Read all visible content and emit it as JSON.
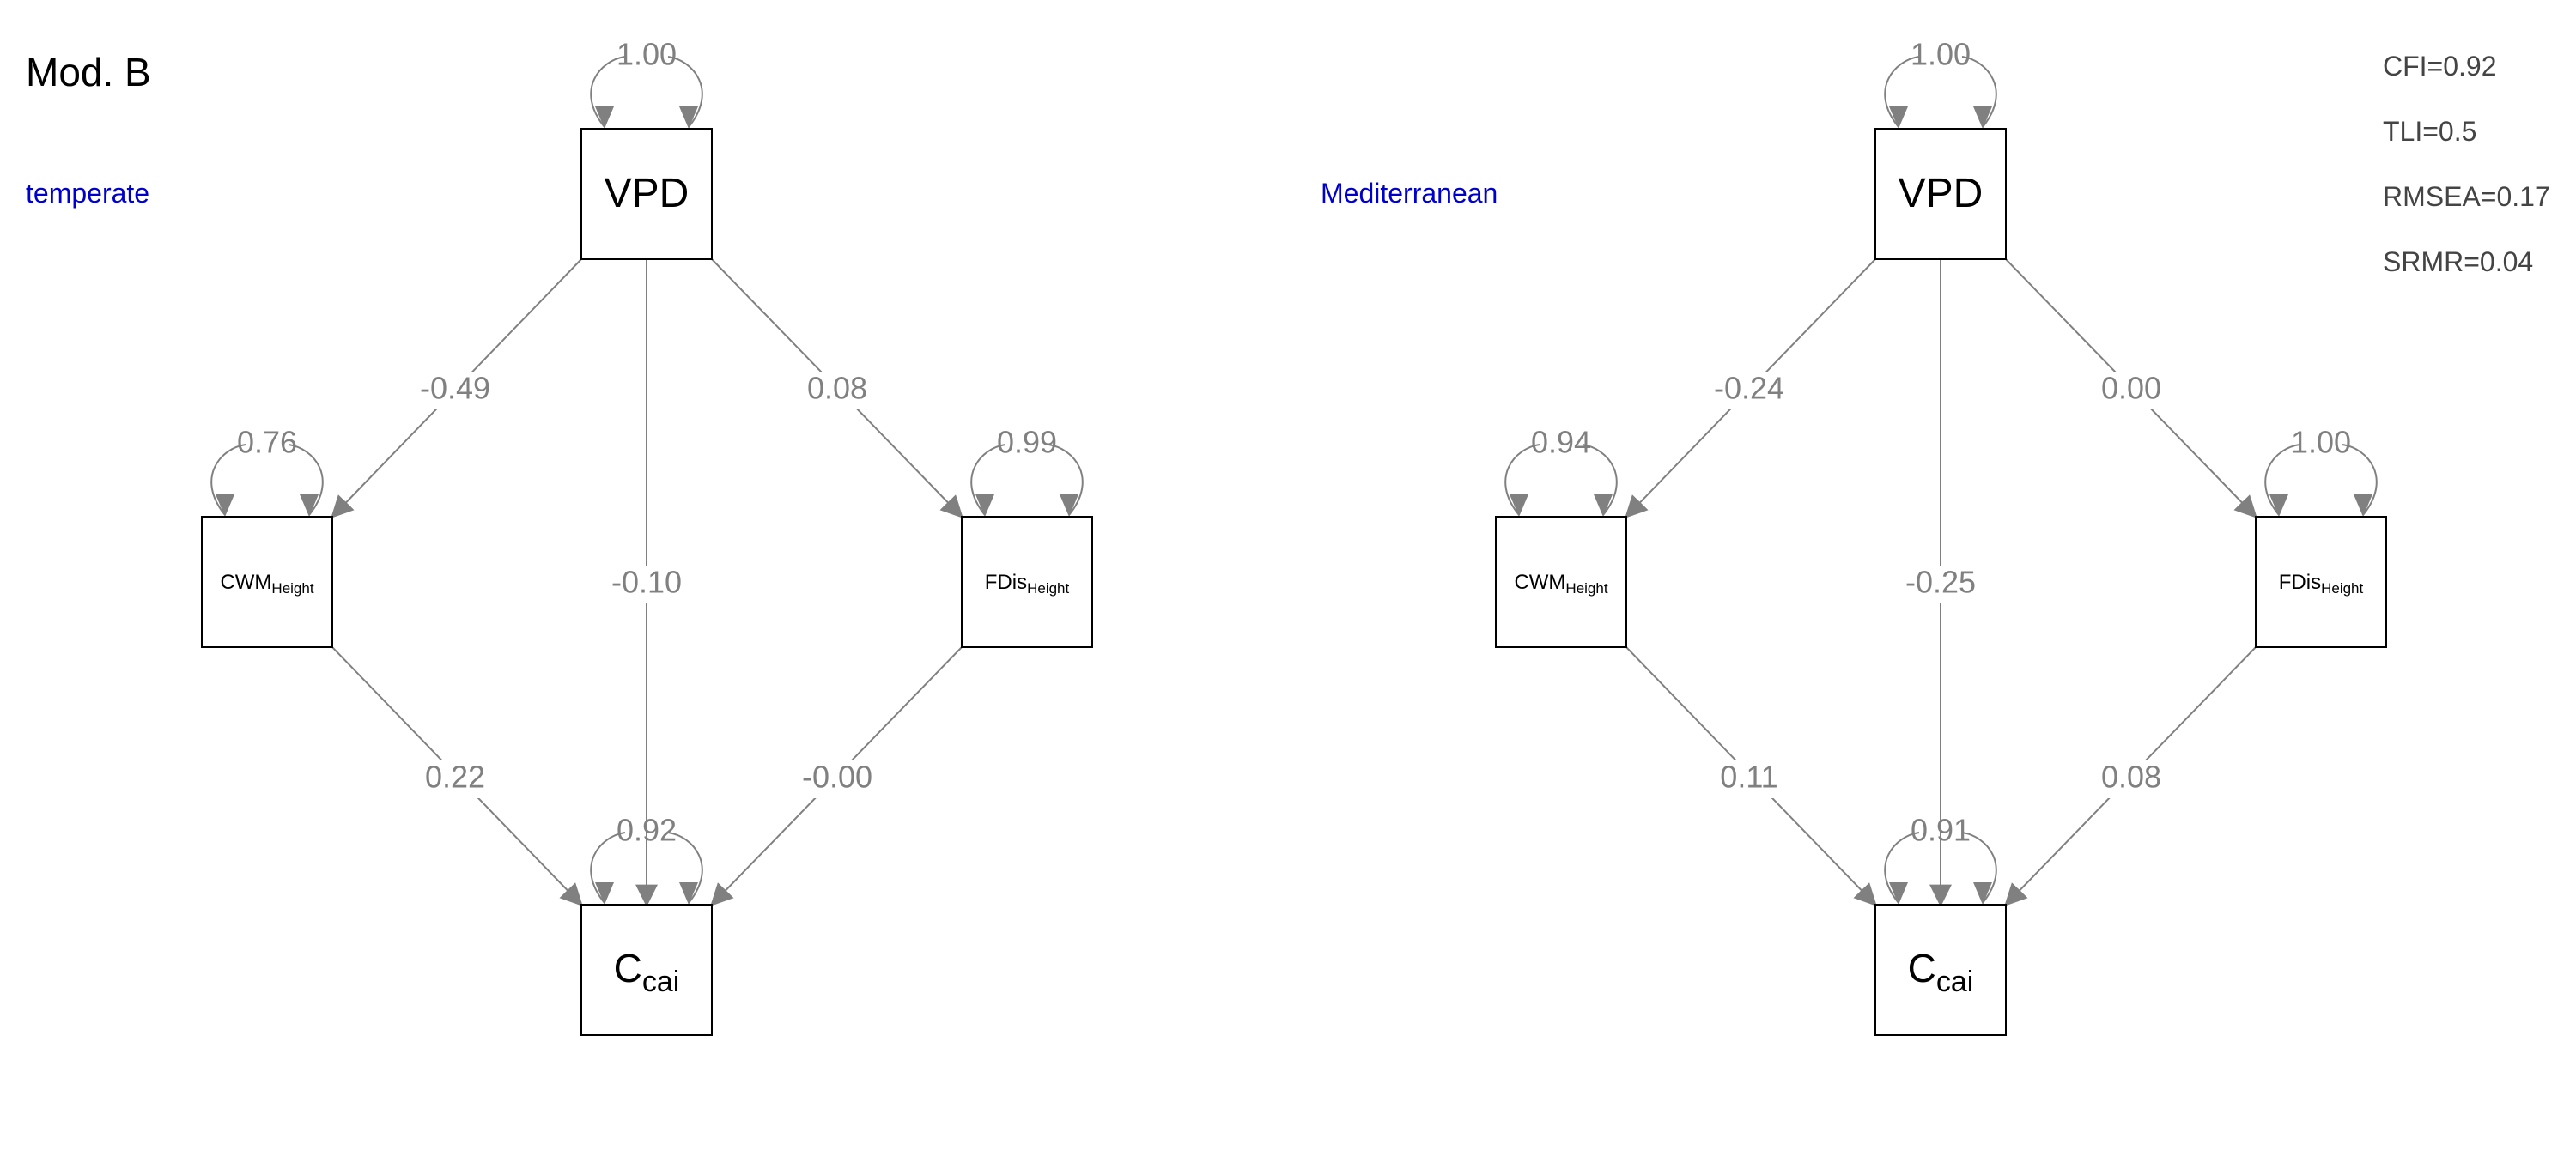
{
  "title": "Mod. B",
  "colors": {
    "edge": "#808080",
    "group_label": "#0000cc",
    "node_border": "#000000",
    "stat_text": "#444444"
  },
  "fit_stats": [
    "CFI=0.92",
    "TLI=0.5",
    "RMSEA=0.17",
    "SRMR=0.04"
  ],
  "panels": [
    {
      "group": "temperate",
      "nodes": {
        "vpd": {
          "main": "VPD",
          "sub": ""
        },
        "cwm": {
          "main": "CWM",
          "sub": "Height"
        },
        "fdis": {
          "main": "FDis",
          "sub": "Height"
        },
        "ccai": {
          "main": "C",
          "sub": "cai"
        }
      },
      "paths": {
        "vpd_cwm": "-0.49",
        "vpd_fdis": "0.08",
        "vpd_ccai": "-0.10",
        "cwm_ccai": "0.22",
        "fdis_ccai": "-0.00"
      },
      "variances": {
        "vpd": "1.00",
        "cwm": "0.76",
        "fdis": "0.99",
        "ccai": "0.92"
      }
    },
    {
      "group": "Mediterranean",
      "nodes": {
        "vpd": {
          "main": "VPD",
          "sub": ""
        },
        "cwm": {
          "main": "CWM",
          "sub": "Height"
        },
        "fdis": {
          "main": "FDis",
          "sub": "Height"
        },
        "ccai": {
          "main": "C",
          "sub": "cai"
        }
      },
      "paths": {
        "vpd_cwm": "-0.24",
        "vpd_fdis": "0.00",
        "vpd_ccai": "-0.25",
        "cwm_ccai": "0.11",
        "fdis_ccai": "0.08"
      },
      "variances": {
        "vpd": "1.00",
        "cwm": "0.94",
        "fdis": "1.00",
        "ccai": "0.91"
      }
    }
  ]
}
